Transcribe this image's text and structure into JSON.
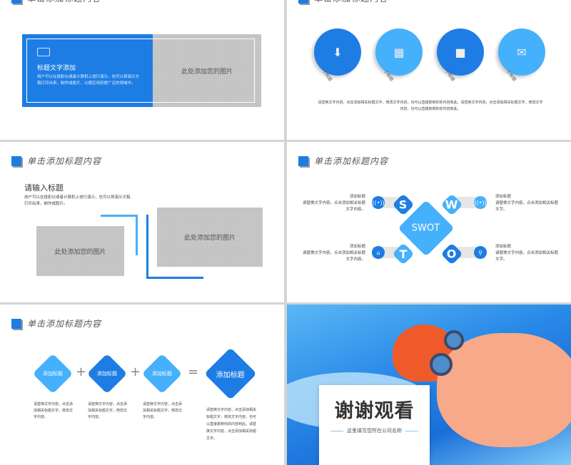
{
  "header_title": "单击添加标题内容",
  "slide1": {
    "box_title": "标题文字添加",
    "box_text": "用户可以在投影仪或者计算机上进行演示，也可以将演示文稿打印出来，制作成胶片，以便应用到更广泛的领域中。",
    "photo_label": "此处添加您的图片",
    "icon": "id-card-icon"
  },
  "slide2": {
    "items": [
      {
        "label": "小标题",
        "icon": "download-icon",
        "color": "#1d7de4"
      },
      {
        "label": "小标题",
        "icon": "store-icon",
        "color": "#45b0fb"
      },
      {
        "label": "小标题",
        "icon": "folder-icon",
        "color": "#1d7de4"
      },
      {
        "label": "小标题",
        "icon": "mail-icon",
        "color": "#45b0fb"
      }
    ],
    "text": "请替换文字内容，点击添加相关标题文字，修改文字内容，也可以直接复制你的内容到此。请替换文字内容，点击添加相关标题文字，修改文字内容，也可以直接复制你的内容到此。"
  },
  "slide3": {
    "title": "请输入标题",
    "text": "用户可以在投影仪或者计算机上进行演示，也可以将演示文稿打印出来，制作成胶片。",
    "photo1": "此处添加您的图片",
    "photo2": "此处添加您的图片"
  },
  "slide4": {
    "center": "SWOT",
    "quads": [
      {
        "letter": "S",
        "title": "添加标题",
        "text": "请替换文字内容，点击添加相关标题文字内容。"
      },
      {
        "letter": "W",
        "title": "添加标题",
        "text": "请替换文字内容，点击添加相关标题文字。"
      },
      {
        "letter": "T",
        "title": "添加标题",
        "text": "请替换文字内容，点击添加相关标题文字内容。"
      },
      {
        "letter": "O",
        "title": "添加标题",
        "text": "请替换文字内容，点击添加相关标题文字。"
      }
    ]
  },
  "slide5": {
    "items": [
      {
        "label": "添加标题",
        "text": "请替换文字内容，点击添加相关标题文字，修改文字内容。"
      },
      {
        "label": "添加标题",
        "text": "请替换文字内容，点击添加相关标题文字，修改文字内容。"
      },
      {
        "label": "添加标题",
        "text": "请替换文字内容，点击添加相关标题文字，修改文字内容。"
      }
    ],
    "plus": "+",
    "equals": "=",
    "result": "添加标题",
    "result_text": "请替换文字内容，点击添加相关标题文字，修改文字内容，也可以直接复制你的内容到此。请替换文字内容，点击添加相关标题文字。"
  },
  "slide6": {
    "title": "谢谢观看",
    "subtitle": "这里填写您所在公司名称"
  }
}
